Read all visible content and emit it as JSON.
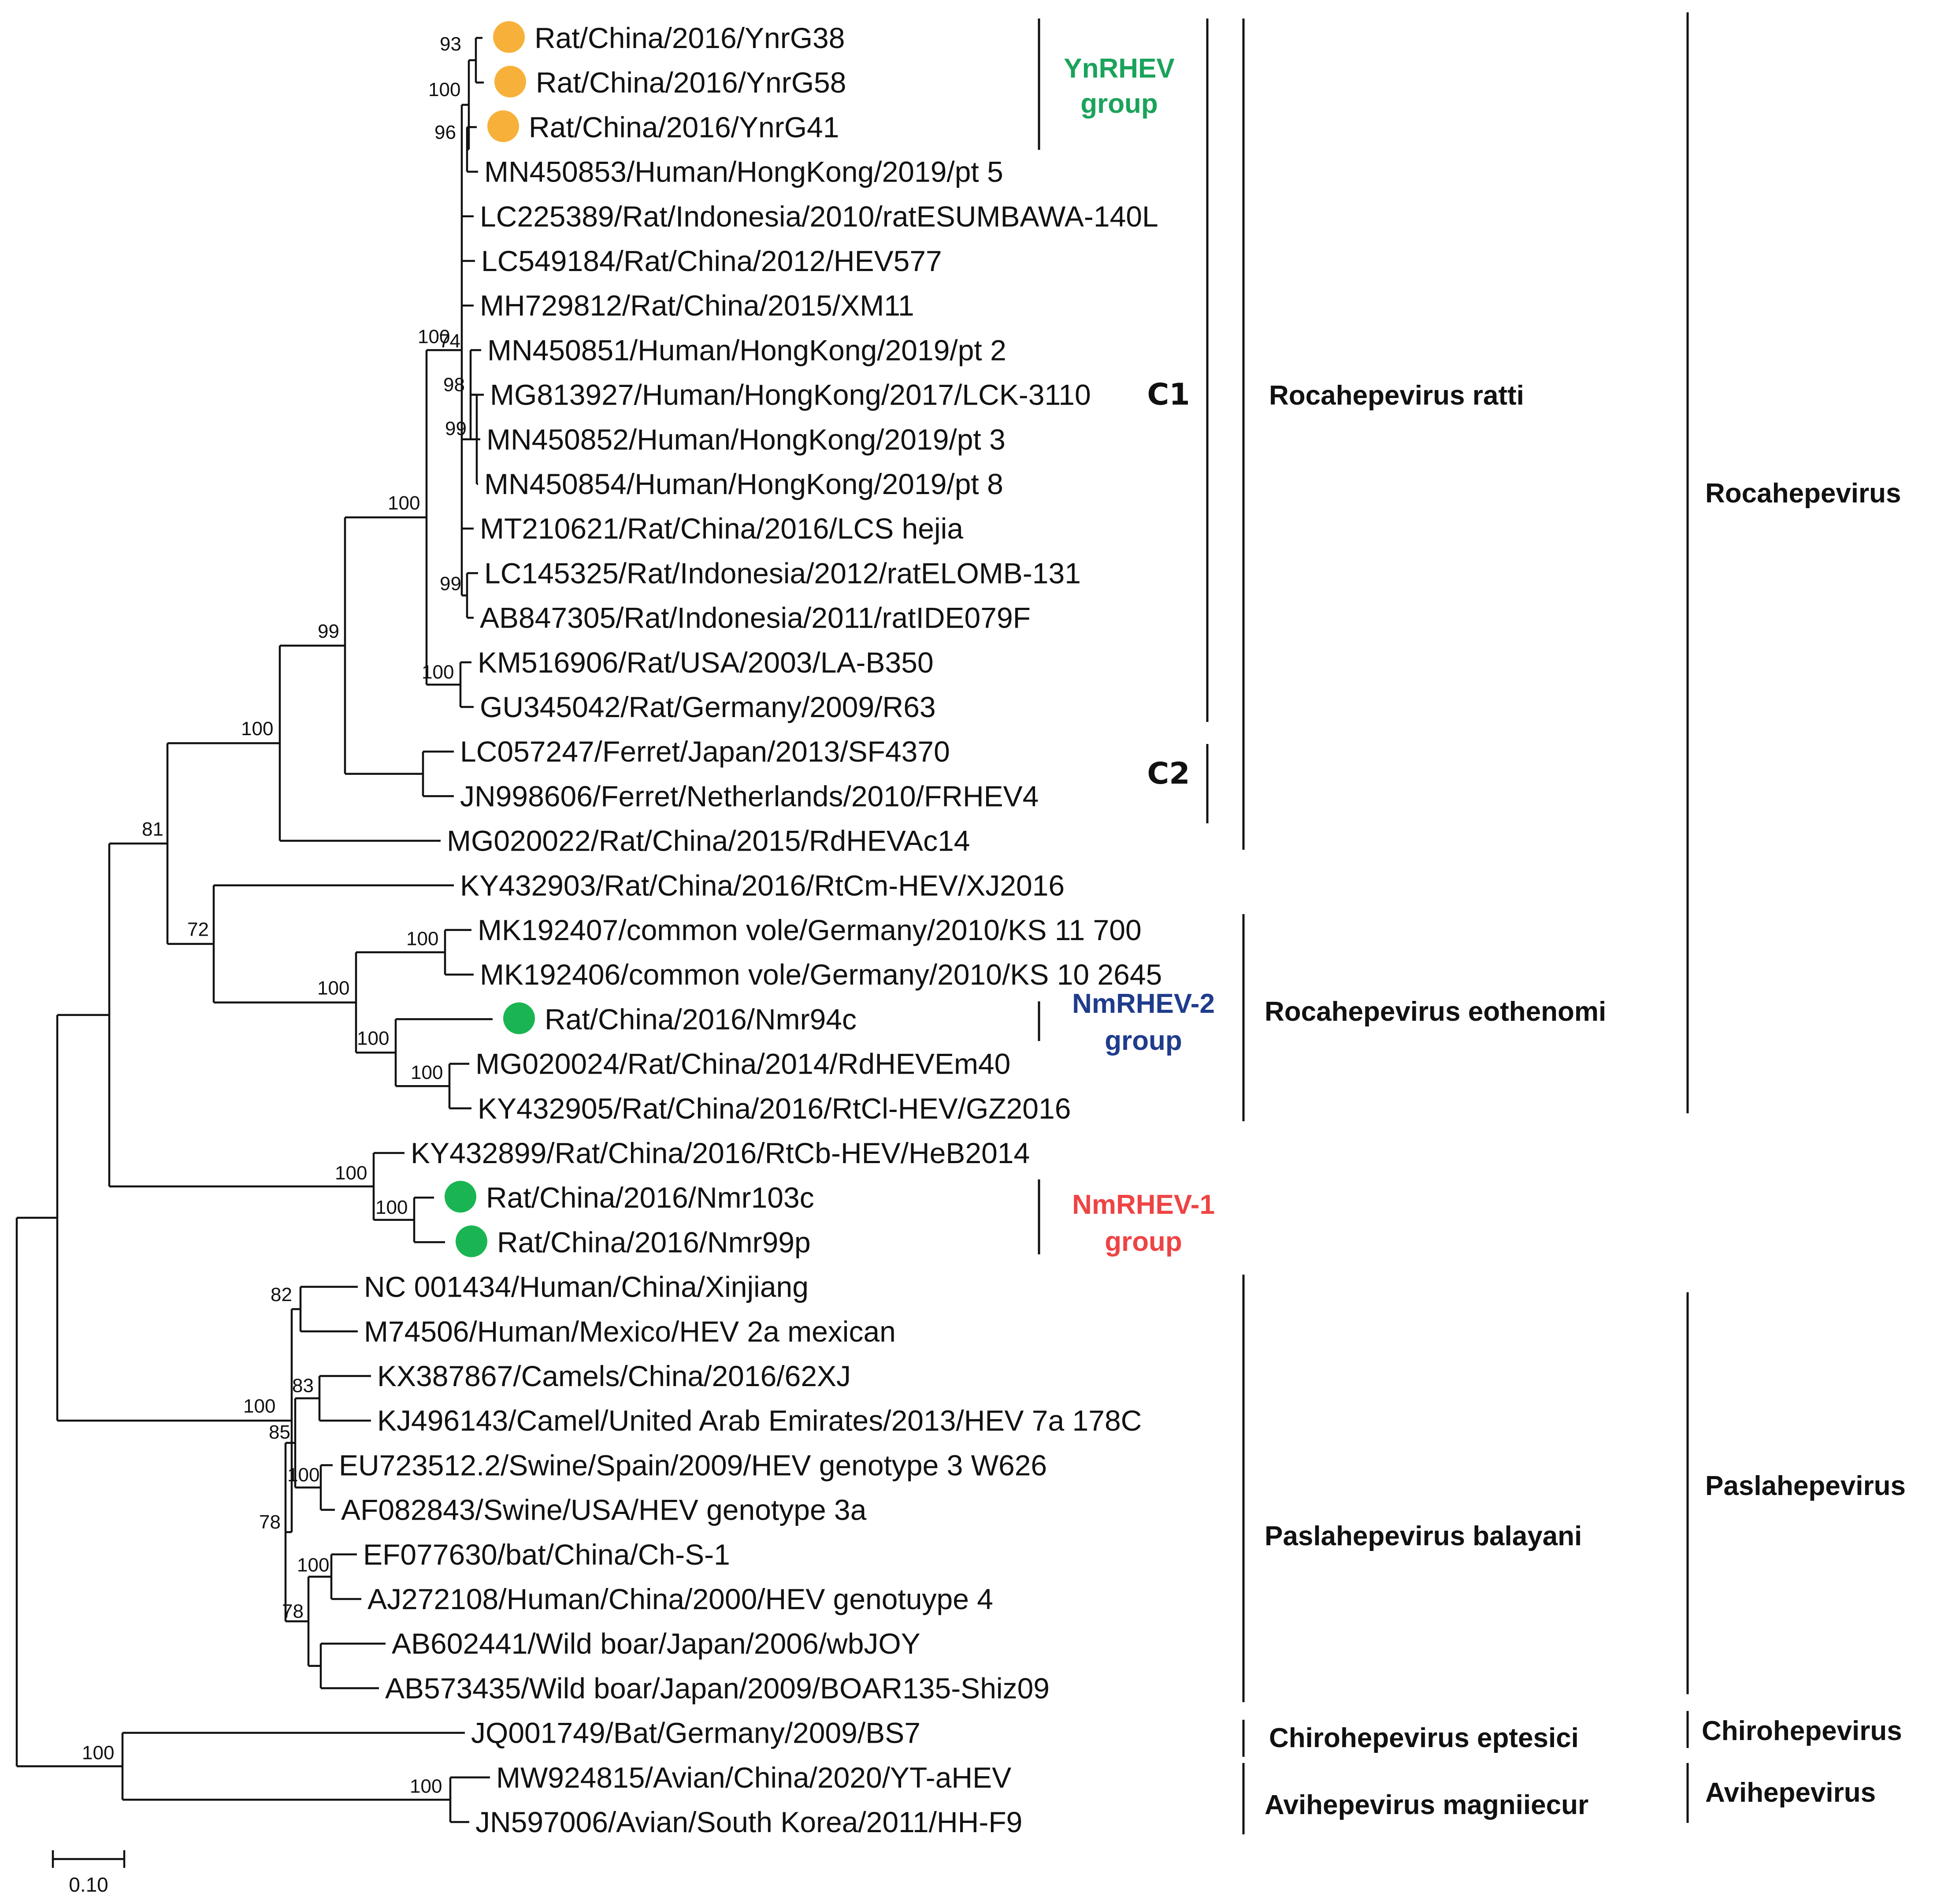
{
  "colors": {
    "ynrhev": "#1aa35a",
    "nmrhev2": "#1f3c8c",
    "nmrhev1": "#ee4444",
    "marker_orange": "#f7b13a",
    "marker_green": "#1ab552",
    "default": "#111111"
  },
  "leaves": [
    {
      "id": "ynrg38",
      "label": "Rat/China/2016/YnrG38",
      "color": "ynrhev",
      "marker": "marker_orange"
    },
    {
      "id": "ynrg58",
      "label": "Rat/China/2016/YnrG58",
      "color": "ynrhev",
      "marker": "marker_orange"
    },
    {
      "id": "ynrg41",
      "label": "Rat/China/2016/YnrG41",
      "color": "ynrhev",
      "marker": "marker_orange"
    },
    {
      "id": "mn450853",
      "label": "MN450853/Human/HongKong/2019/pt 5"
    },
    {
      "id": "lc225389",
      "label": "LC225389/Rat/Indonesia/2010/ratESUMBAWA-140L"
    },
    {
      "id": "lc549184",
      "label": "LC549184/Rat/China/2012/HEV577"
    },
    {
      "id": "mh729812",
      "label": "MH729812/Rat/China/2015/XM11"
    },
    {
      "id": "mn450851",
      "label": "MN450851/Human/HongKong/2019/pt 2"
    },
    {
      "id": "mg813927",
      "label": "MG813927/Human/HongKong/2017/LCK-3110"
    },
    {
      "id": "mn450852",
      "label": "MN450852/Human/HongKong/2019/pt 3"
    },
    {
      "id": "mn450854",
      "label": "MN450854/Human/HongKong/2019/pt 8"
    },
    {
      "id": "mt210621",
      "label": "MT210621/Rat/China/2016/LCS hejia"
    },
    {
      "id": "lc145325",
      "label": "LC145325/Rat/Indonesia/2012/ratELOMB-131"
    },
    {
      "id": "ab847305",
      "label": "AB847305/Rat/Indonesia/2011/ratIDE079F"
    },
    {
      "id": "km516906",
      "label": "KM516906/Rat/USA/2003/LA-B350"
    },
    {
      "id": "gu345042",
      "label": "GU345042/Rat/Germany/2009/R63"
    },
    {
      "id": "lc057247",
      "label": "LC057247/Ferret/Japan/2013/SF4370"
    },
    {
      "id": "jn998606",
      "label": "JN998606/Ferret/Netherlands/2010/FRHEV4"
    },
    {
      "id": "mg020022",
      "label": "MG020022/Rat/China/2015/RdHEVAc14"
    },
    {
      "id": "ky432903",
      "label": "KY432903/Rat/China/2016/RtCm-HEV/XJ2016"
    },
    {
      "id": "mk192407",
      "label": "MK192407/common vole/Germany/2010/KS 11 700"
    },
    {
      "id": "mk192406",
      "label": "MK192406/common vole/Germany/2010/KS 10 2645"
    },
    {
      "id": "nmr94c",
      "label": "Rat/China/2016/Nmr94c",
      "color": "nmrhev2",
      "marker": "marker_green"
    },
    {
      "id": "mg020024",
      "label": "MG020024/Rat/China/2014/RdHEVEm40"
    },
    {
      "id": "ky432905",
      "label": "KY432905/Rat/China/2016/RtCl-HEV/GZ2016"
    },
    {
      "id": "ky432899",
      "label": "KY432899/Rat/China/2016/RtCb-HEV/HeB2014"
    },
    {
      "id": "nmr103c",
      "label": "Rat/China/2016/Nmr103c",
      "color": "nmrhev1",
      "marker": "marker_green"
    },
    {
      "id": "nmr99p",
      "label": "Rat/China/2016/Nmr99p",
      "color": "nmrhev1",
      "marker": "marker_green"
    },
    {
      "id": "nc001434",
      "label": "NC 001434/Human/China/Xinjiang"
    },
    {
      "id": "m74506",
      "label": "M74506/Human/Mexico/HEV 2a mexican"
    },
    {
      "id": "kx387867",
      "label": "KX387867/Camels/China/2016/62XJ"
    },
    {
      "id": "kj496143",
      "label": "KJ496143/Camel/United Arab Emirates/2013/HEV 7a 178C"
    },
    {
      "id": "eu723512",
      "label": "EU723512.2/Swine/Spain/2009/HEV genotype 3 W626"
    },
    {
      "id": "af082843",
      "label": "AF082843/Swine/USA/HEV genotype 3a"
    },
    {
      "id": "ef077630",
      "label": "EF077630/bat/China/Ch-S-1"
    },
    {
      "id": "aj272108",
      "label": "AJ272108/Human/China/2000/HEV genotuype 4"
    },
    {
      "id": "ab602441",
      "label": "AB602441/Wild boar/Japan/2006/wbJOY"
    },
    {
      "id": "ab573435",
      "label": "AB573435/Wild boar/Japan/2009/BOAR135-Shiz09"
    },
    {
      "id": "jq001749",
      "label": "JQ001749/Bat/Germany/2009/BS7"
    },
    {
      "id": "mw924815",
      "label": "MW924815/Avian/China/2020/YT-aHEV"
    },
    {
      "id": "jn597006",
      "label": "JN597006/Avian/South Korea/2011/HH-F9"
    }
  ],
  "bootstrap": [
    "100",
    "93",
    "96",
    "74",
    "100",
    "99",
    "98",
    "99",
    "100",
    "100",
    "99",
    "100",
    "81",
    "72",
    "100",
    "100",
    "100",
    "100",
    "100",
    "100",
    "82",
    "100",
    "83",
    "85",
    "100",
    "78",
    "100",
    "78",
    "100",
    "100"
  ],
  "groups": {
    "ynrhev": {
      "line1": "YnRHEV",
      "line2": "group"
    },
    "nmrhev2": {
      "line1": "NmRHEV-2",
      "line2": "group"
    },
    "nmrhev1": {
      "line1": "NmRHEV-1",
      "line2": "group"
    }
  },
  "clades": {
    "c1": "C1",
    "c2": "C2"
  },
  "species": {
    "ratti": "Rocahepevirus ratti",
    "eothenomi": "Rocahepevirus eothenomi",
    "balayani": "Paslahepevirus balayani",
    "eptesici": "Chirohepevirus eptesici",
    "magniiecur": "Avihepevirus magniiecur"
  },
  "genera": {
    "rocahepevirus": "Rocahepevirus",
    "paslahepevirus": "Paslahepevirus",
    "chirohepevirus": "Chirohepevirus",
    "avihepevirus": "Avihepevirus"
  },
  "scale": {
    "label": "0.10"
  }
}
